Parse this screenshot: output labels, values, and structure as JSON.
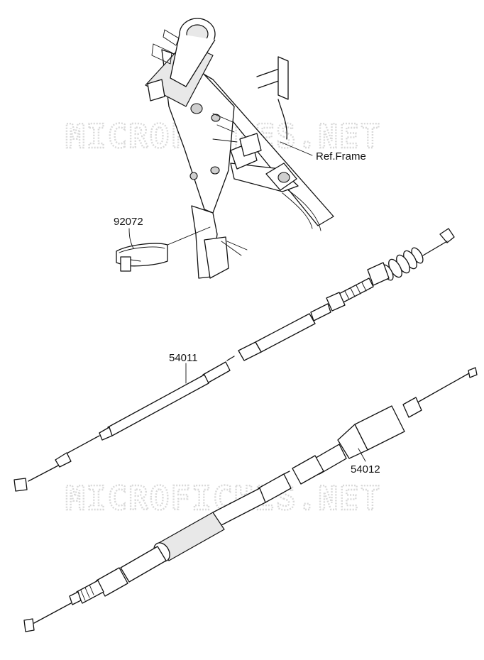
{
  "labels": {
    "ref_frame": "Ref.Frame",
    "band": "92072",
    "cable_upper": "54011",
    "cable_lower": "54012"
  },
  "watermark": "MICROFICHES.NET",
  "colors": {
    "line": "#111111",
    "watermark": "#d9d9d9",
    "background": "#ffffff"
  }
}
